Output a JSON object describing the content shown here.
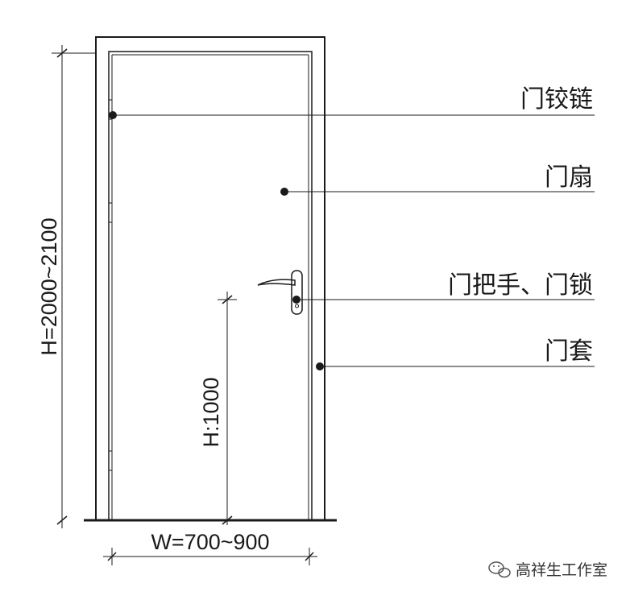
{
  "labels": {
    "hinge": "门铰链",
    "leaf": "门扇",
    "handle_lock": "门把手、门锁",
    "casing": "门套"
  },
  "dimensions": {
    "height_range": "H=2000~2100",
    "width_range": "W=700~900",
    "handle_height": "H:1000"
  },
  "watermark": "高祥生工作室",
  "colors": {
    "line": "#1a1a1a",
    "background": "#ffffff",
    "watermark": "#333333"
  },
  "icons": [
    "wechat-icon"
  ]
}
